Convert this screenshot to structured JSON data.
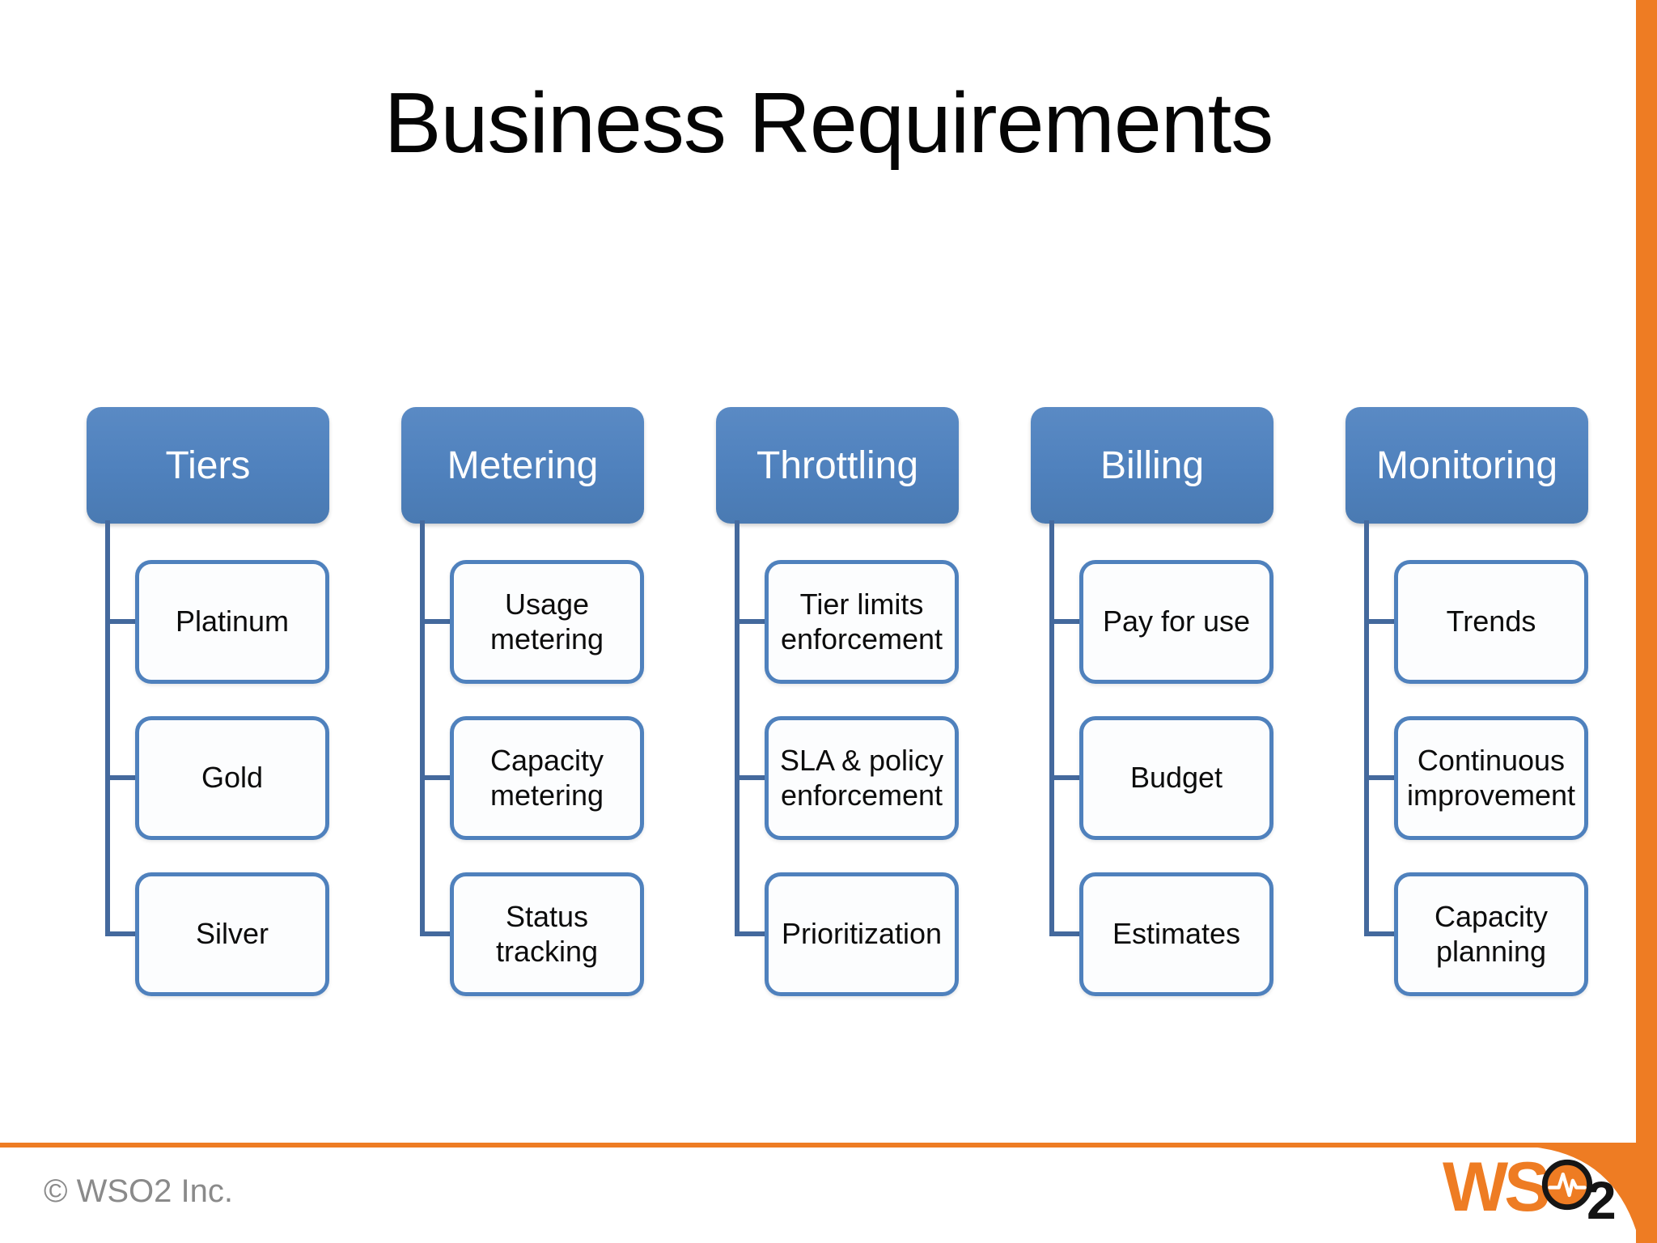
{
  "slide": {
    "title": "Business Requirements"
  },
  "columns": [
    {
      "title": "Tiers",
      "items": [
        "Platinum",
        "Gold",
        "Silver"
      ]
    },
    {
      "title": "Metering",
      "items": [
        "Usage metering",
        "Capacity metering",
        "Status tracking"
      ]
    },
    {
      "title": "Throttling",
      "items": [
        "Tier limits enforcement",
        "SLA & policy enforcement",
        "Prioritization"
      ]
    },
    {
      "title": "Billing",
      "items": [
        "Pay for use",
        "Budget",
        "Estimates"
      ]
    },
    {
      "title": "Monitoring",
      "items": [
        "Trends",
        "Continuous improvement",
        "Capacity planning"
      ]
    }
  ],
  "footer": {
    "copyright": "© WSO2 Inc."
  },
  "logo": {
    "text": "WS",
    "subscript": "2",
    "icon": "pulse-circle-icon"
  },
  "colors": {
    "accent_blue": "#4F81BD",
    "connector_blue": "#44699D",
    "orange": "#EE7C23",
    "footer_gray": "#8A8A8A"
  }
}
